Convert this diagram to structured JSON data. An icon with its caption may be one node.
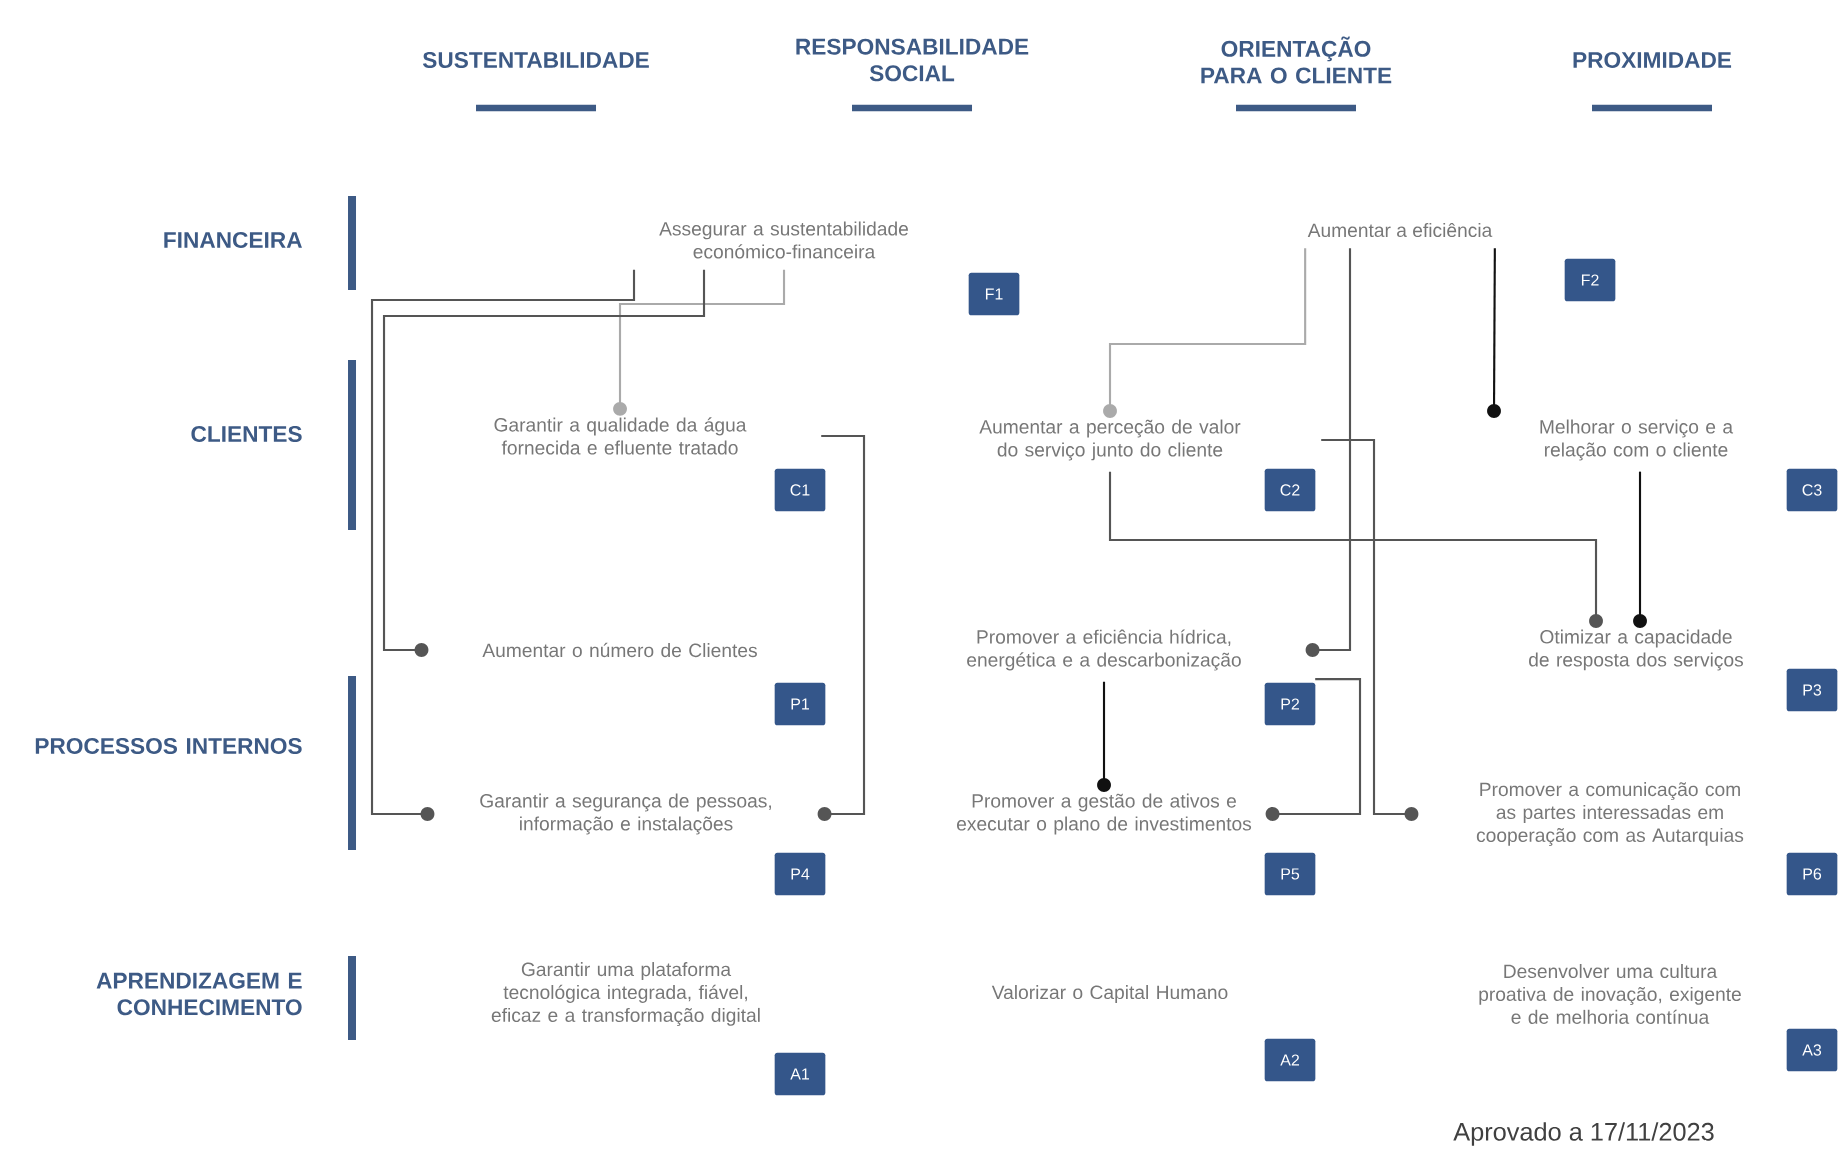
{
  "diagram": {
    "nodes": [
      {
        "text": [
          "Assegurar a sustentabilidade económico-financeira",
          "F1"
        ]
      },
      {
        "text": [
          "Aumentar a eficiência",
          "F2"
        ]
      },
      {
        "text": [
          "Garantir a qualidade da água fornecida e efluente tratado",
          "C1"
        ]
      },
      {
        "text": [
          "Aumentar a perceção de valor do serviço junto do cliente",
          "C2"
        ]
      },
      {
        "text": [
          "Melhorar o serviço e a relação com o cliente",
          "C3"
        ]
      },
      {
        "text": [
          "Aumentar o número de Clientes",
          "P1"
        ]
      },
      {
        "text": [
          "Promover a eficiência hídrica, energética e a descarbonização",
          "P2"
        ]
      },
      {
        "text": [
          "Otimizar a capacidade de resposta dos serviços",
          "P3"
        ]
      },
      {
        "text": [
          "Garantir a segurança de pessoas, informação e instalações",
          "P4"
        ]
      },
      {
        "text": [
          "Promover a gestão de ativos e executar o plano de investimentos",
          "P5"
        ]
      },
      {
        "text": [
          "Promover a comunicação com as partes interessadas em cooperação com as Autarquias",
          "P6"
        ]
      },
      {
        "text": [
          "Garantir uma plataforma tecnológica integrada, fiável, eficaz e a transformação digital",
          "A1"
        ]
      },
      {
        "text": [
          "Valorizar o Capital Humano",
          "A2"
        ]
      },
      {
        "text": [
          "Desenvolver uma cultura proativa de inovação, exigente e de melhoria contínua",
          "A3"
        ]
      }
    ],
    "edges": [
      {
        "from": 0,
        "to": 2,
        "arrow": "other",
        "color": "#aaaaaa"
      },
      {
        "from": 0,
        "to": 5,
        "arrow": "other"
      },
      {
        "from": 0,
        "to": 8,
        "arrow": "other"
      },
      {
        "from": 1,
        "to": 3,
        "arrow": "other",
        "color": "#aaaaaa"
      },
      {
        "from": 1,
        "to": 6,
        "arrow": "other"
      },
      {
        "from": 1,
        "to": 4,
        "arrow": "other",
        "color": "#111111"
      },
      {
        "from": 2,
        "to": 8,
        "arrow": "other"
      },
      {
        "from": 3,
        "to": 7,
        "arrow": "other"
      },
      {
        "from": 3,
        "to": 10,
        "arrow": "other"
      },
      {
        "from": 4,
        "to": 7,
        "arrow": "other",
        "color": "#111111"
      },
      {
        "from": 6,
        "to": 9,
        "arrow": "other",
        "color": "#111111"
      },
      {
        "from": 6,
        "to": 9,
        "arrow": "other"
      }
    ],
    "labels": [
      "SUSTENTABILIDADE",
      "RESPONSABILIDADE SOCIAL",
      "ORIENTAÇÃO PARA O CLIENTE",
      "PROXIMIDADE",
      "FINANCEIRA",
      "CLIENTES",
      "PROCESSOS INTERNOS",
      "APRENDIZAGEM E CONHECIMENTO",
      "Aprovado a 17/11/2023"
    ]
  }
}
